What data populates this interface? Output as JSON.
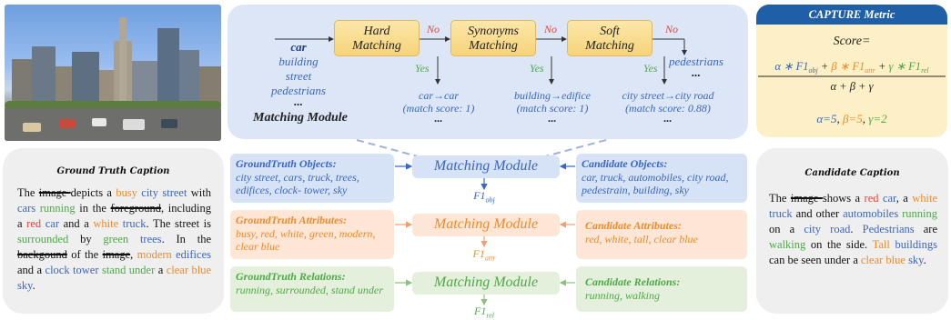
{
  "matching": {
    "input_words": [
      "car",
      "building",
      "street",
      "pedestrians",
      "..."
    ],
    "boxes": [
      {
        "line1": "Hard",
        "line2": "Matching"
      },
      {
        "line1": "Synonyms",
        "line2": "Matching"
      },
      {
        "line1": "Soft",
        "line2": "Matching"
      }
    ],
    "no_label": "No",
    "yes_label": "Yes",
    "tail_words": [
      "pedestrians",
      "..."
    ],
    "results": [
      {
        "pair": "car→car",
        "score": "(match score: 1)",
        "more": "..."
      },
      {
        "pair": "building→edifice",
        "score": "(match score: 1)",
        "more": "..."
      },
      {
        "pair": "city street→city road",
        "score": "(match score: 0.88)",
        "more": "..."
      }
    ],
    "module_label": "Matching Module"
  },
  "metric": {
    "title": "CAPTURE Metric",
    "score_label": "Score=",
    "alpha": "α=5",
    "beta": "β=5",
    "gamma": "γ=2",
    "colors": {
      "obj": "#3a66c4",
      "attr": "#f08a2a",
      "rel": "#4caa46",
      "header": "#1f5fa8"
    }
  },
  "ground_truth": {
    "title": "Ground Truth Caption"
  },
  "candidate": {
    "title": "Candidate Caption"
  },
  "rows": [
    {
      "gt_title": "GroundTruth Objects:",
      "gt_text": "city street, cars, truck, trees, edifices, clock- tower, sky",
      "module": "Matching Module",
      "f1": "obj",
      "cand_title": "Candidate Objects:",
      "cand_text": "car, truck, automobiles, city road, pedestrain, building, sky"
    },
    {
      "gt_title": "GroundTruth Attributes:",
      "gt_text": "busy, red, white, green, modern, clear blue",
      "module": "Matching Module",
      "f1": "attr",
      "cand_title": "Candidate Attributes:",
      "cand_text": "red, white, tall, clear blue"
    },
    {
      "gt_title": "GroundTruth Relations:",
      "gt_text": "running, surrounded, stand under",
      "module": "Matching Module",
      "f1": "rel",
      "cand_title": "Candidate Relations:",
      "cand_text": "running, walking"
    }
  ]
}
